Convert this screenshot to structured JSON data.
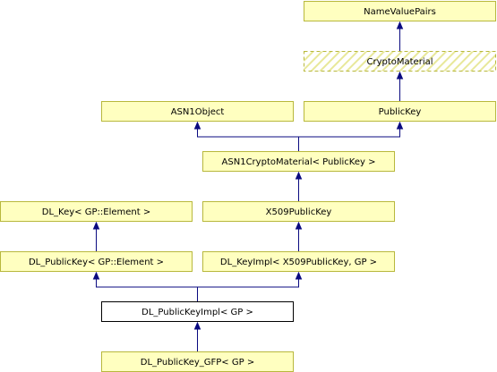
{
  "colors": {
    "node_fill": "#ffffc0",
    "node_border": "#b8b83c",
    "focus_fill": "#ffffff",
    "focus_border": "#000000",
    "edge": "#0a0a80",
    "hatch": "#e8e89a"
  },
  "nodes": {
    "namevaluepairs": {
      "label": "NameValuePairs"
    },
    "cryptomaterial": {
      "label": "CryptoMaterial",
      "style": "dashed-hatched"
    },
    "asn1object": {
      "label": "ASN1Object"
    },
    "publickey": {
      "label": "PublicKey"
    },
    "asn1cryptomaterial": {
      "label": "ASN1CryptoMaterial< PublicKey >"
    },
    "dl_key": {
      "label": "DL_Key< GP::Element >"
    },
    "x509publickey": {
      "label": "X509PublicKey"
    },
    "dl_publickey": {
      "label": "DL_PublicKey< GP::Element >"
    },
    "dl_keyimpl": {
      "label": "DL_KeyImpl< X509PublicKey, GP >"
    },
    "dl_publickeyimpl": {
      "label": "DL_PublicKeyImpl< GP >",
      "style": "focus"
    },
    "dl_publickey_gfp": {
      "label": "DL_PublicKey_GFP< GP >"
    }
  },
  "edges": [
    {
      "from": "cryptomaterial",
      "to": "namevaluepairs"
    },
    {
      "from": "publickey",
      "to": "cryptomaterial"
    },
    {
      "from": "asn1cryptomaterial",
      "to": "asn1object"
    },
    {
      "from": "asn1cryptomaterial",
      "to": "publickey"
    },
    {
      "from": "x509publickey",
      "to": "asn1cryptomaterial"
    },
    {
      "from": "dl_publickey",
      "to": "dl_key"
    },
    {
      "from": "dl_keyimpl",
      "to": "x509publickey"
    },
    {
      "from": "dl_publickeyimpl",
      "to": "dl_publickey"
    },
    {
      "from": "dl_publickeyimpl",
      "to": "dl_keyimpl"
    },
    {
      "from": "dl_publickey_gfp",
      "to": "dl_publickeyimpl"
    }
  ]
}
